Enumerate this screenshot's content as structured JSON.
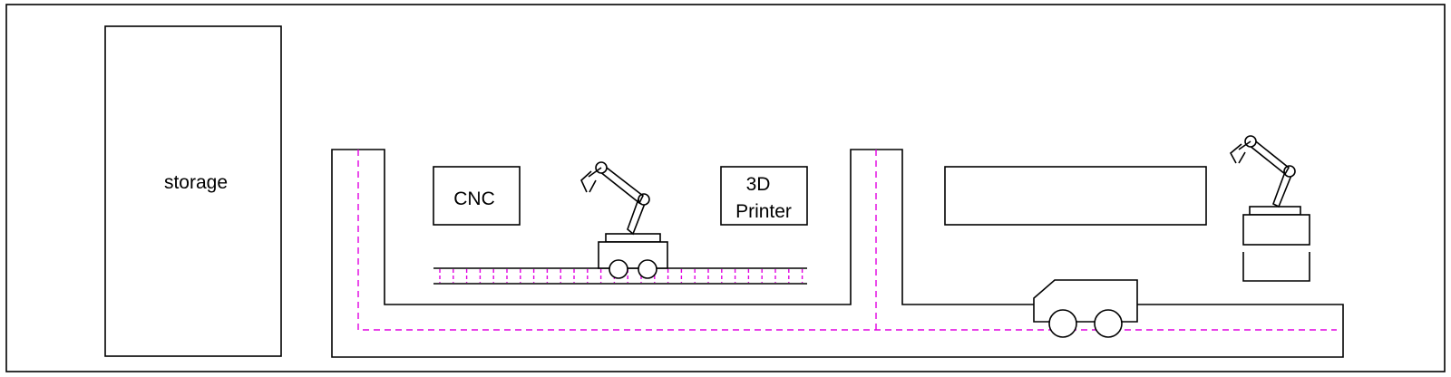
{
  "labels": {
    "storage": "storage",
    "cnc": "CNC",
    "printer_line1": "3D",
    "printer_line2": "Printer"
  },
  "colors": {
    "outline": "#000000",
    "track": "#e000e0",
    "background": "#ffffff"
  }
}
